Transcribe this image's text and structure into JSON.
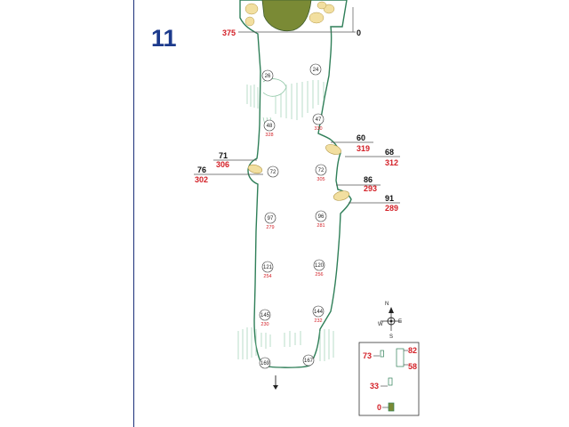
{
  "hole_number": "11",
  "tee_top": {
    "red": "375",
    "black": "0"
  },
  "markers": [
    {
      "id": "m1",
      "yard": "26"
    },
    {
      "id": "m2",
      "yard": "24"
    },
    {
      "id": "m3",
      "yard": "48",
      "dist": "328"
    },
    {
      "id": "m4",
      "yard": "47",
      "dist": "330"
    },
    {
      "id": "m5",
      "yard": "72"
    },
    {
      "id": "m6",
      "yard": "72",
      "dist": "305"
    },
    {
      "id": "m7",
      "yard": "97",
      "dist": "279"
    },
    {
      "id": "m8",
      "yard": "96",
      "dist": "281"
    },
    {
      "id": "m9",
      "yard": "121",
      "dist": "254"
    },
    {
      "id": "m10",
      "yard": "120",
      "dist": "256"
    },
    {
      "id": "m11",
      "yard": "145",
      "dist": "230"
    },
    {
      "id": "m12",
      "yard": "144",
      "dist": "232"
    },
    {
      "id": "m13",
      "yard": "169"
    },
    {
      "id": "m14",
      "yard": "167"
    }
  ],
  "labels": [
    {
      "id": "l60",
      "black": "60",
      "red": "319"
    },
    {
      "id": "l68",
      "black": "68",
      "red": "312"
    },
    {
      "id": "l71",
      "black": "71",
      "red": "306"
    },
    {
      "id": "l76",
      "black": "76",
      "red": "302"
    },
    {
      "id": "l86",
      "black": "86",
      "red": "293"
    },
    {
      "id": "l91",
      "black": "91",
      "red": "289"
    }
  ],
  "compass": {
    "n": "N",
    "s": "S",
    "e": "E",
    "w": "W"
  },
  "tee_legend": {
    "t73": "73",
    "t82": "82",
    "t58": "58",
    "t33": "33",
    "t0": "0"
  },
  "colors": {
    "hole_number": "#1c3a8c",
    "outline": "#2f7f58",
    "red_text": "#d31f26",
    "green": "#7a8a35",
    "bunker": "#f2dfa0"
  }
}
